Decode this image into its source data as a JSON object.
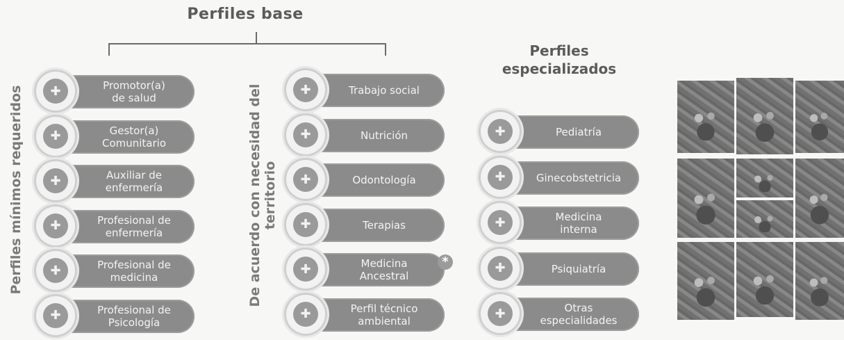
{
  "header": {
    "base_title": "Perfiles base",
    "specialized_title": "Perfiles especializados"
  },
  "columns": {
    "minimos_label": "Perfiles mínimos requeridos",
    "territorio_label": "De acuerdo con necesidad del territorio"
  },
  "minimos": [
    {
      "label": "Promotor(a)\nde salud",
      "icon": "health-promoter-icon"
    },
    {
      "label": "Gestor(a)\nComunitario",
      "icon": "community-manager-icon"
    },
    {
      "label": "Auxiliar de\nenfermería",
      "icon": "nursing-assistant-icon"
    },
    {
      "label": "Profesional de\nenfermería",
      "icon": "nursing-professional-icon"
    },
    {
      "label": "Profesional de\nmedicina",
      "icon": "medicine-icon"
    },
    {
      "label": "Profesional de\nPsicología",
      "icon": "psychology-icon"
    }
  ],
  "territorio": [
    {
      "label": "Trabajo social",
      "icon": "social-work-icon"
    },
    {
      "label": "Nutrición",
      "icon": "nutrition-icon"
    },
    {
      "label": "Odontología",
      "icon": "dentistry-icon"
    },
    {
      "label": "Terapias",
      "icon": "therapy-icon"
    },
    {
      "label": "Medicina\nAncestral",
      "icon": "ancestral-medicine-icon"
    },
    {
      "label": "Perfil técnico\nambiental",
      "icon": "environmental-icon"
    }
  ],
  "especializados": [
    {
      "label": "Pediatría",
      "icon": "pediatrics-icon"
    },
    {
      "label": "Ginecobstetricia",
      "icon": "gynecology-icon"
    },
    {
      "label": "Medicina\ninterna",
      "icon": "internal-medicine-icon"
    },
    {
      "label": "Psiquiatría",
      "icon": "psychiatry-icon"
    },
    {
      "label": "Otras\nespecialidades",
      "icon": "other-specialties-icon"
    }
  ],
  "asterisk": "*",
  "colors": {
    "pill": "#8b8b8b",
    "title": "#5b5b5b"
  }
}
